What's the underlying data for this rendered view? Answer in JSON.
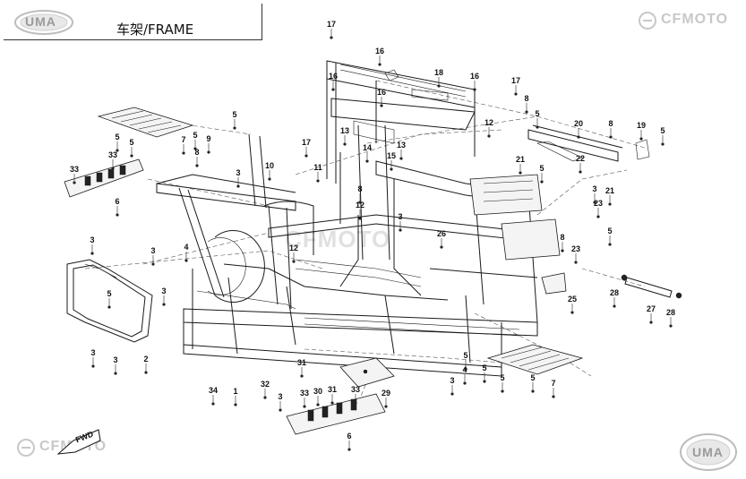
{
  "header": {
    "title": "车架/FRAME"
  },
  "logos": {
    "top_left": "UMA",
    "top_right": "CFMOTO",
    "bottom_left": "CFMOTO",
    "bottom_right": "UMA",
    "watermark": "CFMOTO"
  },
  "fwd_label": "FWD",
  "callouts": [
    {
      "id": "c17a",
      "label": "17"
    },
    {
      "id": "c16a",
      "label": "16"
    },
    {
      "id": "c18",
      "label": "18"
    },
    {
      "id": "c16b",
      "label": "16"
    },
    {
      "id": "c16c",
      "label": "16"
    },
    {
      "id": "c16d",
      "label": "16"
    },
    {
      "id": "c17b",
      "label": "17"
    },
    {
      "id": "c8a",
      "label": "8"
    },
    {
      "id": "c5a",
      "label": "5"
    },
    {
      "id": "c12a",
      "label": "12"
    },
    {
      "id": "c20",
      "label": "20"
    },
    {
      "id": "c8b",
      "label": "8"
    },
    {
      "id": "c19",
      "label": "19"
    },
    {
      "id": "c5b",
      "label": "5"
    },
    {
      "id": "c5c",
      "label": "5"
    },
    {
      "id": "c5d",
      "label": "5"
    },
    {
      "id": "c5e",
      "label": "5"
    },
    {
      "id": "c7a",
      "label": "7"
    },
    {
      "id": "c5f",
      "label": "5"
    },
    {
      "id": "c9",
      "label": "9"
    },
    {
      "id": "c13a",
      "label": "13"
    },
    {
      "id": "c14",
      "label": "14"
    },
    {
      "id": "c13b",
      "label": "13"
    },
    {
      "id": "c17c",
      "label": "17"
    },
    {
      "id": "c15",
      "label": "15"
    },
    {
      "id": "c11",
      "label": "11"
    },
    {
      "id": "c21a",
      "label": "21"
    },
    {
      "id": "c22",
      "label": "22"
    },
    {
      "id": "c33a",
      "label": "33"
    },
    {
      "id": "c8c",
      "label": "8"
    },
    {
      "id": "c10",
      "label": "10"
    },
    {
      "id": "c5g",
      "label": "5"
    },
    {
      "id": "c3a",
      "label": "3"
    },
    {
      "id": "c21b",
      "label": "21"
    },
    {
      "id": "c33b",
      "label": "33"
    },
    {
      "id": "c6a",
      "label": "6"
    },
    {
      "id": "c8d",
      "label": "8"
    },
    {
      "id": "c12b",
      "label": "12"
    },
    {
      "id": "c23a",
      "label": "23"
    },
    {
      "id": "c3b",
      "label": "3"
    },
    {
      "id": "c26",
      "label": "26"
    },
    {
      "id": "c5h",
      "label": "5"
    },
    {
      "id": "c3c",
      "label": "3"
    },
    {
      "id": "c12c",
      "label": "12"
    },
    {
      "id": "c3d",
      "label": "3"
    },
    {
      "id": "c4a",
      "label": "4"
    },
    {
      "id": "c8e",
      "label": "8"
    },
    {
      "id": "c23b",
      "label": "23"
    },
    {
      "id": "c3e",
      "label": "3"
    },
    {
      "id": "c28a",
      "label": "28"
    },
    {
      "id": "c25",
      "label": "25"
    },
    {
      "id": "c27",
      "label": "27"
    },
    {
      "id": "c28b",
      "label": "28"
    },
    {
      "id": "c3f",
      "label": "3"
    },
    {
      "id": "c3g",
      "label": "3"
    },
    {
      "id": "c2",
      "label": "2"
    },
    {
      "id": "c3h",
      "label": "3"
    },
    {
      "id": "c5i",
      "label": "5"
    },
    {
      "id": "c5j",
      "label": "5"
    },
    {
      "id": "c31a",
      "label": "31"
    },
    {
      "id": "c3i",
      "label": "3"
    },
    {
      "id": "c4b",
      "label": "4"
    },
    {
      "id": "c5k",
      "label": "5"
    },
    {
      "id": "c5l",
      "label": "5"
    },
    {
      "id": "c5m",
      "label": "5"
    },
    {
      "id": "c7b",
      "label": "7"
    },
    {
      "id": "c34",
      "label": "34"
    },
    {
      "id": "c1",
      "label": "1"
    },
    {
      "id": "c32",
      "label": "32"
    },
    {
      "id": "c3j",
      "label": "3"
    },
    {
      "id": "c33c",
      "label": "33"
    },
    {
      "id": "c30",
      "label": "30"
    },
    {
      "id": "c31b",
      "label": "31"
    },
    {
      "id": "c33d",
      "label": "33"
    },
    {
      "id": "c29",
      "label": "29"
    },
    {
      "id": "c6b",
      "label": "6"
    }
  ]
}
